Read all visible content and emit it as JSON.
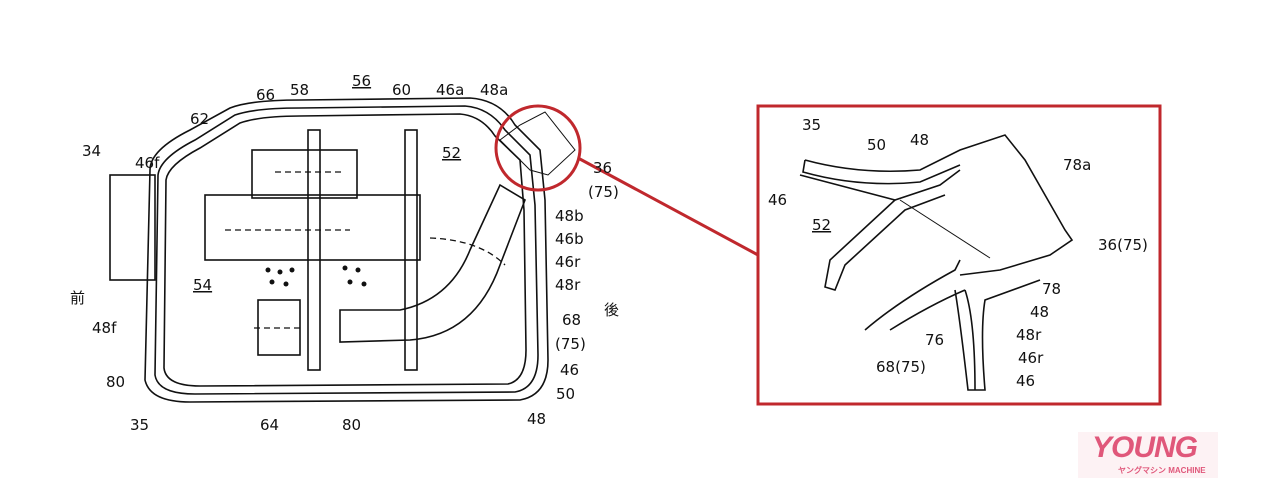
{
  "main_figure": {
    "labels": {
      "l34": "34",
      "l46f": "46f",
      "l62": "62",
      "l66": "66",
      "l58": "58",
      "l56": "56",
      "l60": "60",
      "l46a": "46a",
      "l48a": "48a",
      "l52": "52",
      "l36": "36",
      "l75a": "(75)",
      "l48b": "48b",
      "l46b": "46b",
      "l46r": "46r",
      "l48r": "48r",
      "front": "前",
      "rear": "後",
      "l54": "54",
      "l48f": "48f",
      "l68": "68",
      "l75b": "(75)",
      "l80a": "80",
      "l46": "46",
      "l50": "50",
      "l35": "35",
      "l64": "64",
      "l80b": "80",
      "l48": "48"
    }
  },
  "detail_figure": {
    "accent_color": "#c0282d",
    "labels": {
      "l35": "35",
      "l50": "50",
      "l48": "48",
      "l78a": "78a",
      "l46": "46",
      "l52": "52",
      "l36_75": "36(75)",
      "l78": "78",
      "l48b": "48",
      "l48r": "48r",
      "l76": "76",
      "l46r": "46r",
      "l68_75": "68(75)",
      "l46b": "46"
    }
  },
  "watermark": {
    "title": "YOUNG",
    "subtitle": "ヤングマシン MACHINE"
  }
}
